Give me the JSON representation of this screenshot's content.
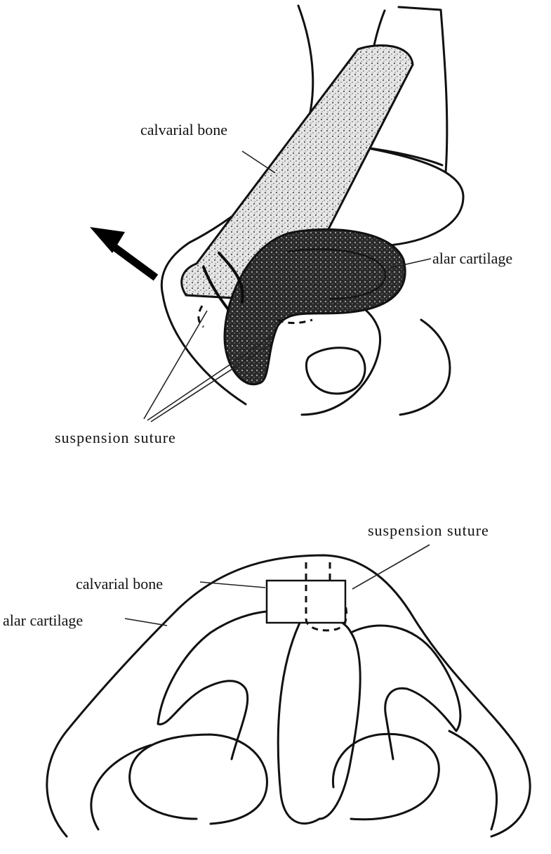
{
  "top_view": {
    "label_calvarial_bone": "calvarial bone",
    "label_alar_cartilage": "alar cartilage",
    "label_suspension_suture": "suspension suture"
  },
  "bottom_view": {
    "label_suspension_suture": "suspension suture",
    "label_calvarial_bone": "calvarial bone",
    "label_alar_cartilage": "alar cartilage"
  },
  "colors": {
    "ink": "#111111",
    "bone_fill": "#cfcfcf",
    "cartilage_fill": "#2a2a2a"
  },
  "icons": [
    "arrow-icon"
  ]
}
